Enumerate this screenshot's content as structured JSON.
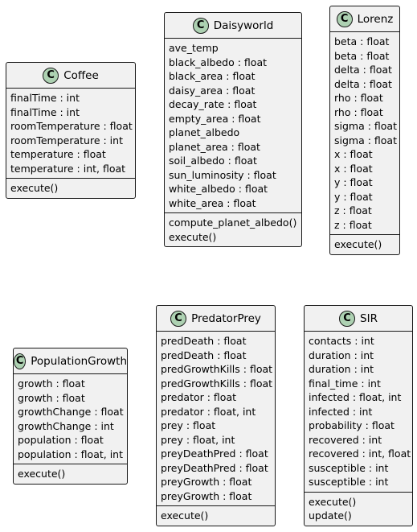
{
  "diagram": {
    "classes": [
      {
        "name": "Coffee",
        "stereotype_glyph": "C",
        "attributes": [
          "finalTime : int",
          "finalTime : int",
          "roomTemperature : float",
          "roomTemperature : int",
          "temperature : float",
          "temperature : int, float"
        ],
        "operations": [
          "execute()"
        ]
      },
      {
        "name": "Daisyworld",
        "stereotype_glyph": "C",
        "attributes": [
          "ave_temp",
          "black_albedo : float",
          "black_area : float",
          "daisy_area : float",
          "decay_rate : float",
          "empty_area : float",
          "planet_albedo",
          "planet_area : float",
          "soil_albedo : float",
          "sun_luminosity : float",
          "white_albedo : float",
          "white_area : float"
        ],
        "operations": [
          "compute_planet_albedo()",
          "execute()"
        ]
      },
      {
        "name": "Lorenz",
        "stereotype_glyph": "C",
        "attributes": [
          "beta : float",
          "beta : float",
          "delta : float",
          "delta : float",
          "rho : float",
          "rho : float",
          "sigma : float",
          "sigma : float",
          "x : float",
          "x : float",
          "y : float",
          "y : float",
          "z : float",
          "z : float"
        ],
        "operations": [
          "execute()"
        ]
      },
      {
        "name": "PopulationGrowth",
        "stereotype_glyph": "C",
        "attributes": [
          "growth : float",
          "growth : float",
          "growthChange : float",
          "growthChange : int",
          "population : float",
          "population : float, int"
        ],
        "operations": [
          "execute()"
        ]
      },
      {
        "name": "PredatorPrey",
        "stereotype_glyph": "C",
        "attributes": [
          "predDeath : float",
          "predDeath : float",
          "predGrowthKills : float",
          "predGrowthKills : float",
          "predator : float",
          "predator : float, int",
          "prey : float",
          "prey : float, int",
          "preyDeathPred : float",
          "preyDeathPred : float",
          "preyGrowth : float",
          "preyGrowth : float"
        ],
        "operations": [
          "execute()"
        ]
      },
      {
        "name": "SIR",
        "stereotype_glyph": "C",
        "attributes": [
          "contacts : int",
          "duration : int",
          "duration : int",
          "final_time : int",
          "infected : float, int",
          "infected : int",
          "probability : float",
          "recovered : int",
          "recovered : int, float",
          "susceptible : int",
          "susceptible : int"
        ],
        "operations": [
          "execute()",
          "update()"
        ]
      }
    ]
  }
}
